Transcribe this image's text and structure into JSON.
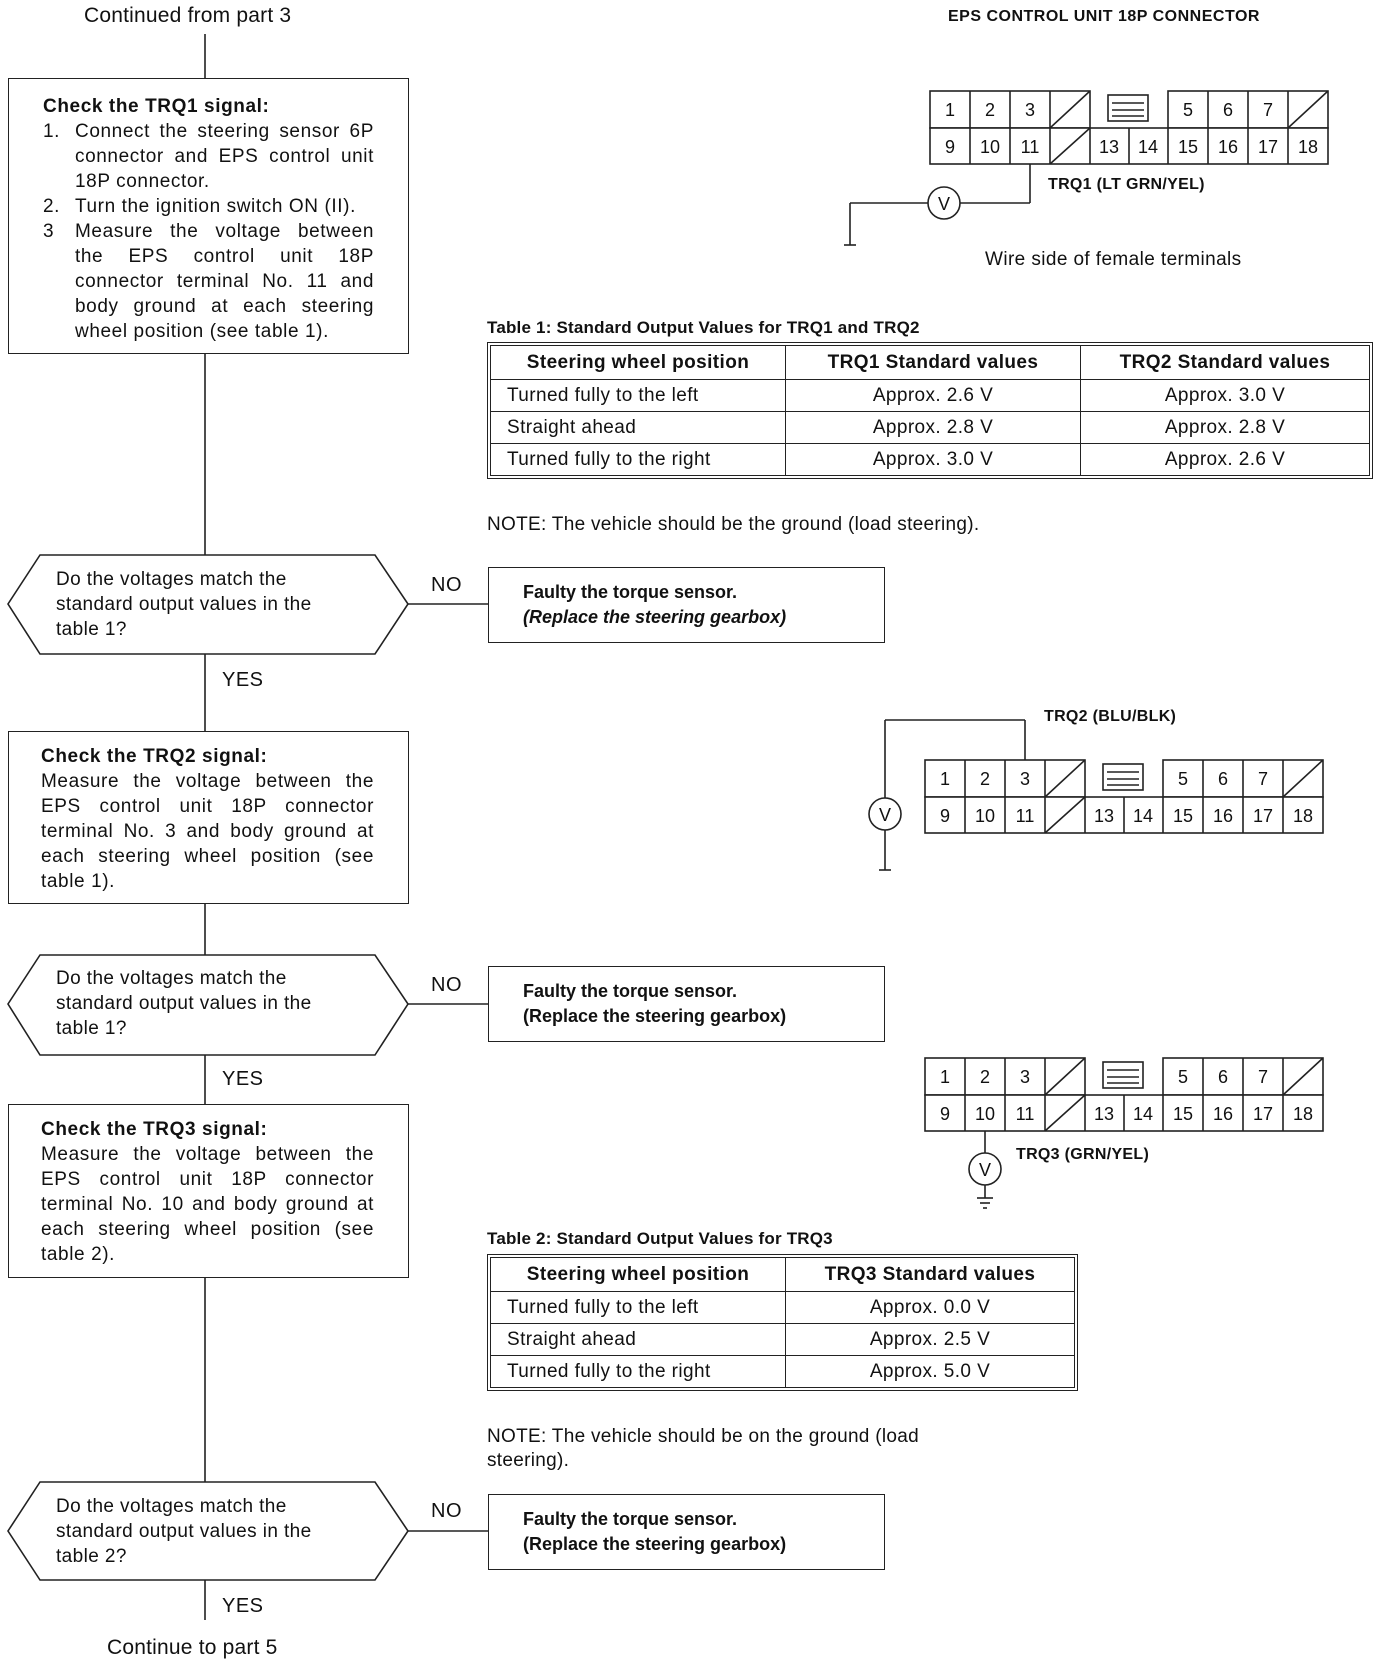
{
  "header": {
    "continued_from": "Continued from part 3",
    "connector_title": "EPS CONTROL UNIT 18P CONNECTOR"
  },
  "step1": {
    "title": "Check the TRQ1 signal:",
    "steps": [
      {
        "num": "1.",
        "text": "Connect the steering sensor 6P connector and EPS control unit 18P connector."
      },
      {
        "num": "2.",
        "text": "Turn the ignition switch ON (II)."
      },
      {
        "num": "3",
        "text": "Measure the voltage between the EPS control unit 18P connector terminal No. 11 and body ground at each steering wheel position (see table 1)."
      }
    ]
  },
  "connectors": {
    "top_row": [
      "1",
      "2",
      "3",
      "",
      "",
      "5",
      "6",
      "7",
      ""
    ],
    "bottom_row": [
      "9",
      "10",
      "11",
      "",
      "13",
      "14",
      "15",
      "16",
      "17",
      "18"
    ],
    "wire1_label": "TRQ1 (LT GRN/YEL)",
    "wire2_label": "TRQ2 (BLU/BLK)",
    "wire3_label": "TRQ3 (GRN/YEL)",
    "wire_side": "Wire side of female terminals",
    "voltmeter_symbol": "V"
  },
  "table1": {
    "caption": "Table 1:  Standard Output Values for TRQ1 and TRQ2",
    "headers": [
      "Steering wheel position",
      "TRQ1 Standard values",
      "TRQ2 Standard values"
    ],
    "rows": [
      [
        "Turned fully to the left",
        "Approx. 2.6 V",
        "Approx. 3.0 V"
      ],
      [
        "Straight ahead",
        "Approx. 2.8 V",
        "Approx. 2.8 V"
      ],
      [
        "Turned fully to the right",
        "Approx. 3.0 V",
        "Approx. 2.6 V"
      ]
    ],
    "note": "NOTE:  The vehicle should be the ground (load steering)."
  },
  "decision1": {
    "text": "Do the voltages match the standard output values in the table 1?",
    "no": "NO",
    "yes": "YES",
    "fault_line1": "Faulty the torque sensor.",
    "fault_line2": "(Replace the steering gearbox)"
  },
  "step2": {
    "title": "Check the TRQ2 signal:",
    "text": "Measure the voltage between the EPS control unit 18P connector terminal No. 3 and body ground at each steering wheel position (see table 1)."
  },
  "decision2": {
    "text": "Do the voltages match the standard output values in the table 1?",
    "no": "NO",
    "yes": "YES",
    "fault_line1": "Faulty the torque sensor.",
    "fault_line2": "(Replace the steering gearbox)"
  },
  "step3": {
    "title": "Check the TRQ3 signal:",
    "text": "Measure the voltage between the EPS control unit 18P connector terminal No. 10 and body ground at each steering wheel position (see table 2)."
  },
  "table2": {
    "caption": "Table 2:  Standard Output Values for TRQ3",
    "headers": [
      "Steering wheel position",
      "TRQ3 Standard values"
    ],
    "rows": [
      [
        "Turned fully to the left",
        "Approx. 0.0 V"
      ],
      [
        "Straight ahead",
        "Approx. 2.5 V"
      ],
      [
        "Turned fully to the right",
        "Approx. 5.0 V"
      ]
    ],
    "note": "NOTE:  The vehicle should be on the ground (load steering)."
  },
  "decision3": {
    "text": "Do the voltages match the standard output values in the table 2?",
    "no": "NO",
    "yes": "YES",
    "fault_line1": "Faulty the torque sensor.",
    "fault_line2": "(Replace the steering gearbox)"
  },
  "footer": {
    "continue_to": "Continue to part 5"
  }
}
